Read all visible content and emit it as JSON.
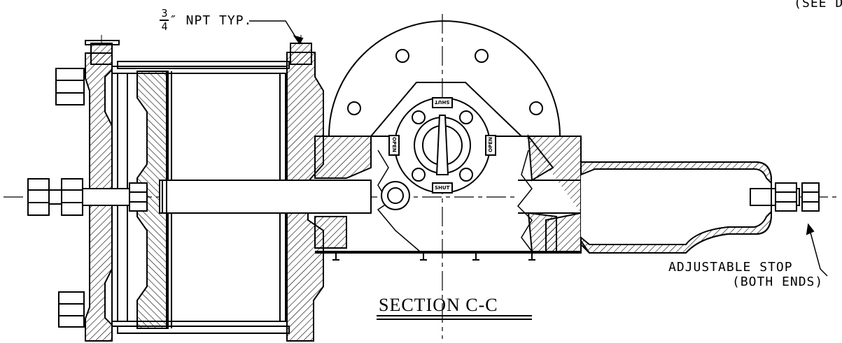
{
  "note_topright": "(SEE DW",
  "npt_fraction": {
    "numerator": "3",
    "denominator": "4"
  },
  "npt_note": "″ NPT TYP.",
  "section_title": "SECTION C-C",
  "stop_label_line1": "ADJUSTABLE STOP",
  "stop_label_line2": "(BOTH ENDS)",
  "plate_labels": {
    "top": "SHUT",
    "bottom": "SHUT",
    "left": "OPEN",
    "right": "OPEN"
  }
}
